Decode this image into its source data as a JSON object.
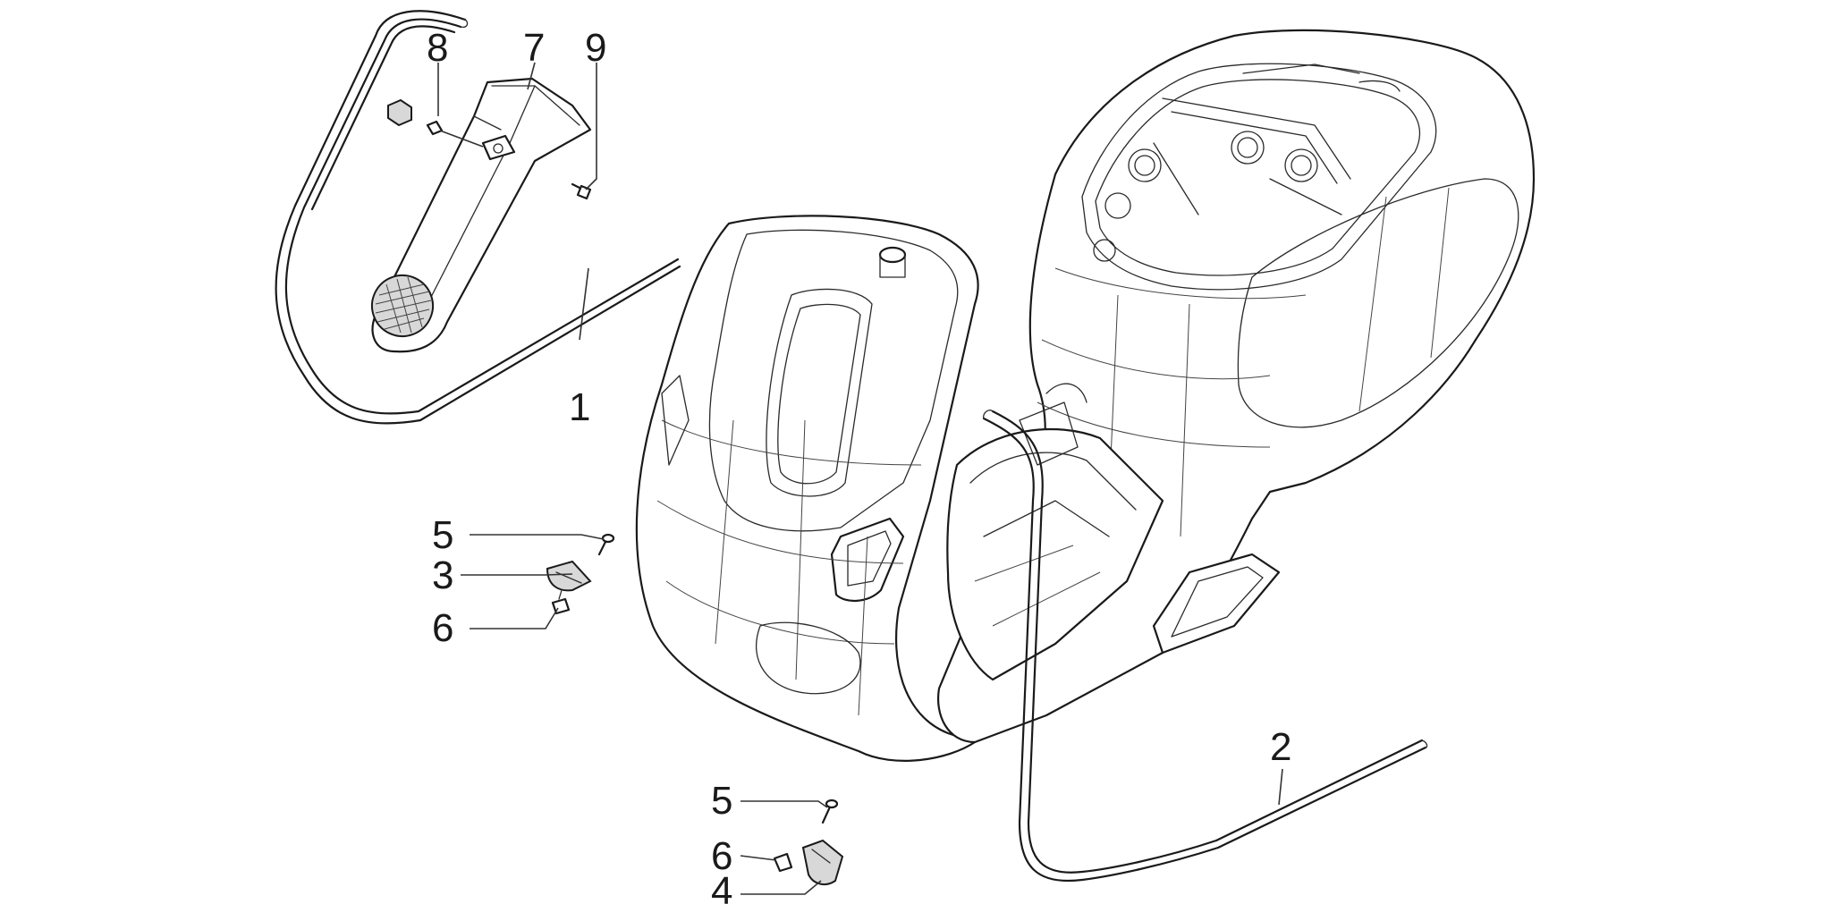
{
  "callouts": [
    {
      "id": "c1",
      "label": "1"
    },
    {
      "id": "c2",
      "label": "2"
    },
    {
      "id": "c3",
      "label": "3"
    },
    {
      "id": "c4",
      "label": "4"
    },
    {
      "id": "c5a",
      "label": "5"
    },
    {
      "id": "c5b",
      "label": "5"
    },
    {
      "id": "c6a",
      "label": "6"
    },
    {
      "id": "c6b",
      "label": "6"
    },
    {
      "id": "c7",
      "label": "7"
    },
    {
      "id": "c8",
      "label": "8"
    },
    {
      "id": "c9",
      "label": "9"
    }
  ]
}
